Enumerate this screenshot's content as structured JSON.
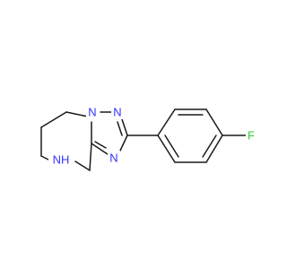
{
  "molecule": {
    "atoms": [
      {
        "id": "n1",
        "label": "N",
        "color": "#3333ff"
      },
      {
        "id": "n2",
        "label": "N",
        "color": "#3333ff"
      },
      {
        "id": "n3",
        "label": "N",
        "color": "#3333ff"
      },
      {
        "id": "nh",
        "label": "NH",
        "color": "#3333ff"
      },
      {
        "id": "f",
        "label": "F",
        "color": "#33cc33"
      }
    ]
  }
}
